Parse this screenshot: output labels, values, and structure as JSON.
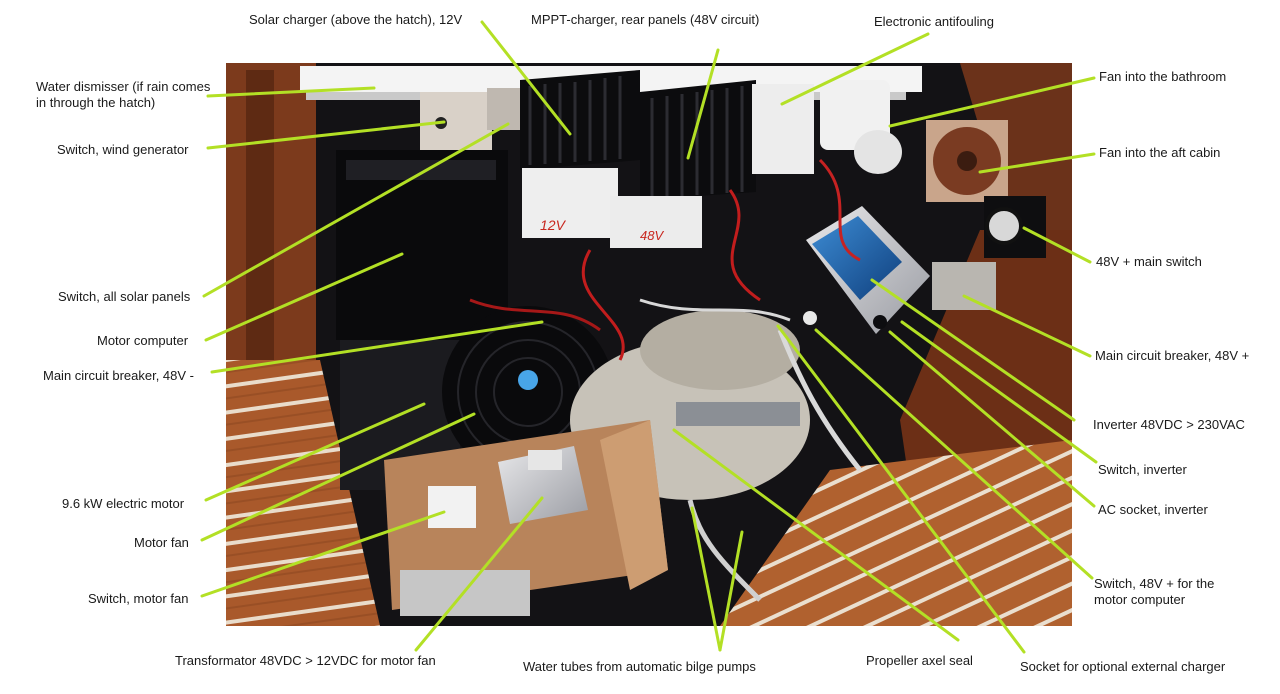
{
  "labels": [
    {
      "id": "solar-charger-12v",
      "text": "Solar charger (above the hatch), 12V"
    },
    {
      "id": "mppt-charger-48v",
      "text": "MPPT-charger, rear panels (48V circuit)"
    },
    {
      "id": "electronic-antifouling",
      "text": "Electronic antifouling"
    },
    {
      "id": "water-dismisser",
      "text": "Water dismisser (if rain comes in through the hatch)"
    },
    {
      "id": "fan-bathroom",
      "text": "Fan into the bathroom"
    },
    {
      "id": "switch-wind-generator",
      "text": "Switch, wind generator"
    },
    {
      "id": "fan-aft-cabin",
      "text": "Fan into the aft cabin"
    },
    {
      "id": "main-switch-48v",
      "text": "48V + main switch"
    },
    {
      "id": "switch-solar-panels",
      "text": "Switch, all solar panels"
    },
    {
      "id": "motor-computer",
      "text": "Motor computer"
    },
    {
      "id": "main-breaker-48v-plus",
      "text": "Main circuit breaker, 48V +"
    },
    {
      "id": "main-breaker-48v-minus",
      "text": "Main circuit breaker, 48V -"
    },
    {
      "id": "inverter",
      "text": "Inverter 48VDC > 230VAC"
    },
    {
      "id": "switch-inverter",
      "text": "Switch, inverter"
    },
    {
      "id": "electric-motor",
      "text": "9.6 kW electric motor"
    },
    {
      "id": "ac-socket",
      "text": "AC socket, inverter"
    },
    {
      "id": "motor-fan",
      "text": "Motor fan"
    },
    {
      "id": "switch-motor-computer",
      "text": "Switch, 48V + for the motor computer"
    },
    {
      "id": "switch-motor-fan",
      "text": "Switch, motor fan"
    },
    {
      "id": "transformator",
      "text": "Transformator 48VDC > 12VDC for motor fan"
    },
    {
      "id": "water-tubes",
      "text": "Water tubes from automatic bilge pumps"
    },
    {
      "id": "propeller-seal",
      "text": "Propeller axel seal"
    },
    {
      "id": "socket-external-charger",
      "text": "Socket for optional external charger"
    }
  ],
  "photo_labels": {
    "charger_12v": "12V",
    "charger_48v": "48V"
  },
  "colors": {
    "leader": "#b3e025",
    "panel_dark": "#17161a",
    "wood": "#a7592c",
    "wood_light": "#c7835a"
  }
}
